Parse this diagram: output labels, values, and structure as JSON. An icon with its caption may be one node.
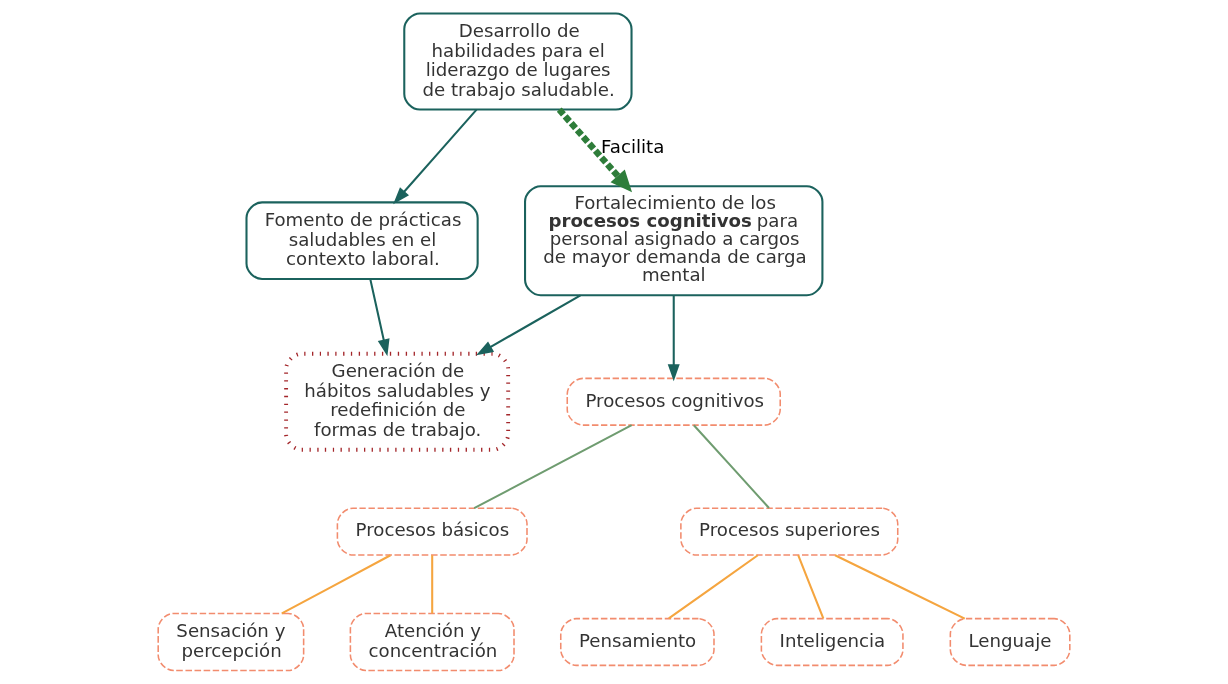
{
  "diagram": {
    "nodes": [
      {
        "text": [
          "Desarrollo de habilidades para el liderazgo de lugares de trabajo saludable."
        ]
      },
      {
        "text": [
          "Fomento de prácticas saludables en el contexto laboral."
        ]
      },
      {
        "text": [
          "Fortalecimiento de los **procesos cognitivos** para personal asignado a cargos de mayor demanda de carga mental"
        ]
      },
      {
        "text": [
          "Generación de hábitos saludables y redefinición de formas de trabajo."
        ]
      },
      {
        "text": [
          "Procesos cognitivos"
        ]
      },
      {
        "text": [
          "Procesos básicos"
        ]
      },
      {
        "text": [
          "Procesos superiores"
        ]
      },
      {
        "text": [
          "Sensación y percepción"
        ]
      },
      {
        "text": [
          "Atención y concentración"
        ]
      },
      {
        "text": [
          "Pensamiento"
        ]
      },
      {
        "text": [
          "Inteligencia"
        ]
      },
      {
        "text": [
          "Lenguaje"
        ]
      }
    ],
    "edges": [
      {
        "from": 0,
        "to": 1,
        "arrow": "to",
        "color": "#1b625d"
      },
      {
        "from": 0,
        "to": 2,
        "arrow": "to",
        "label": "Facilita",
        "style": "dashed",
        "color": "#2e7d3a"
      },
      {
        "from": 1,
        "to": 3,
        "arrow": "to",
        "color": "#1b625d"
      },
      {
        "from": 2,
        "to": 3,
        "arrow": "to",
        "color": "#1b625d"
      },
      {
        "from": 2,
        "to": 4,
        "arrow": "to",
        "color": "#1b625d"
      },
      {
        "from": 4,
        "to": 5,
        "arrow": "none",
        "color": "#6f9c70"
      },
      {
        "from": 4,
        "to": 6,
        "arrow": "none",
        "color": "#6f9c70"
      },
      {
        "from": 5,
        "to": 7,
        "arrow": "none",
        "color": "#f5a53f"
      },
      {
        "from": 5,
        "to": 8,
        "arrow": "none",
        "color": "#f5a53f"
      },
      {
        "from": 6,
        "to": 9,
        "arrow": "none",
        "color": "#f5a53f"
      },
      {
        "from": 6,
        "to": 10,
        "arrow": "none",
        "color": "#f5a53f"
      },
      {
        "from": 6,
        "to": 11,
        "arrow": "none",
        "color": "#f5a53f"
      }
    ]
  }
}
